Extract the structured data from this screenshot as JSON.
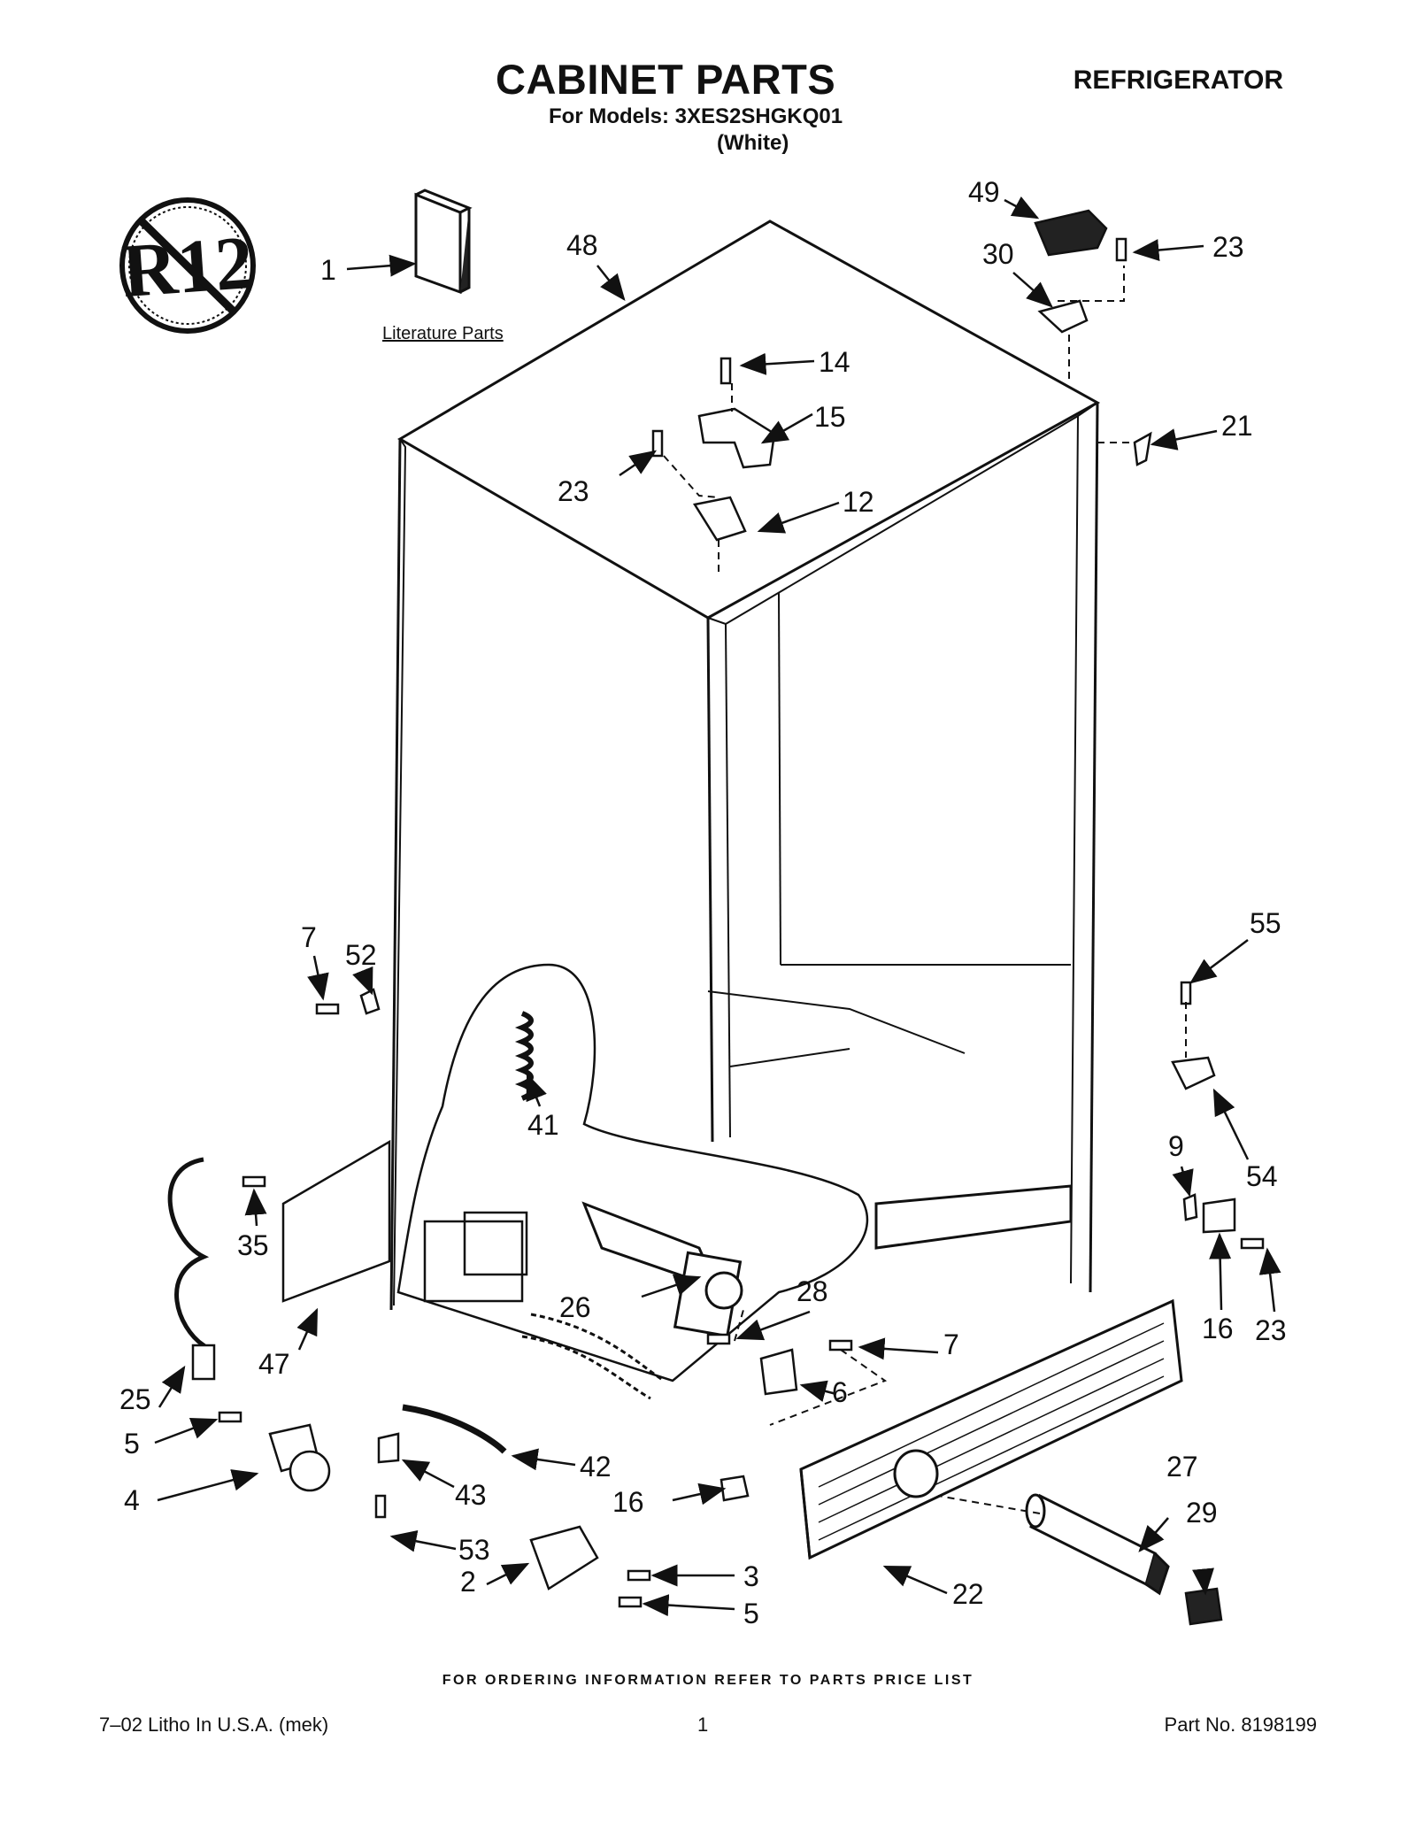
{
  "header": {
    "title": "CABINET PARTS",
    "models_line": "For Models: 3XES2SHGKQ01",
    "color": "(White)",
    "appliance": "REFRIGERATOR"
  },
  "badge": {
    "icon": "no-r12-icon",
    "text": "R12"
  },
  "literature_label": "Literature Parts",
  "callouts": [
    "1",
    "48",
    "49",
    "23",
    "30",
    "14",
    "15",
    "21",
    "23",
    "12",
    "7",
    "52",
    "55",
    "41",
    "9",
    "54",
    "35",
    "26",
    "28",
    "16",
    "23",
    "47",
    "7",
    "6",
    "25",
    "5",
    "42",
    "4",
    "43",
    "16",
    "27",
    "29",
    "53",
    "3",
    "2",
    "22",
    "5"
  ],
  "footer": {
    "ordering_note": "FOR ORDERING INFORMATION REFER TO PARTS PRICE LIST",
    "left": "7–02 Litho In U.S.A. (mek)",
    "page": "1",
    "right": "Part No. 8198199"
  }
}
